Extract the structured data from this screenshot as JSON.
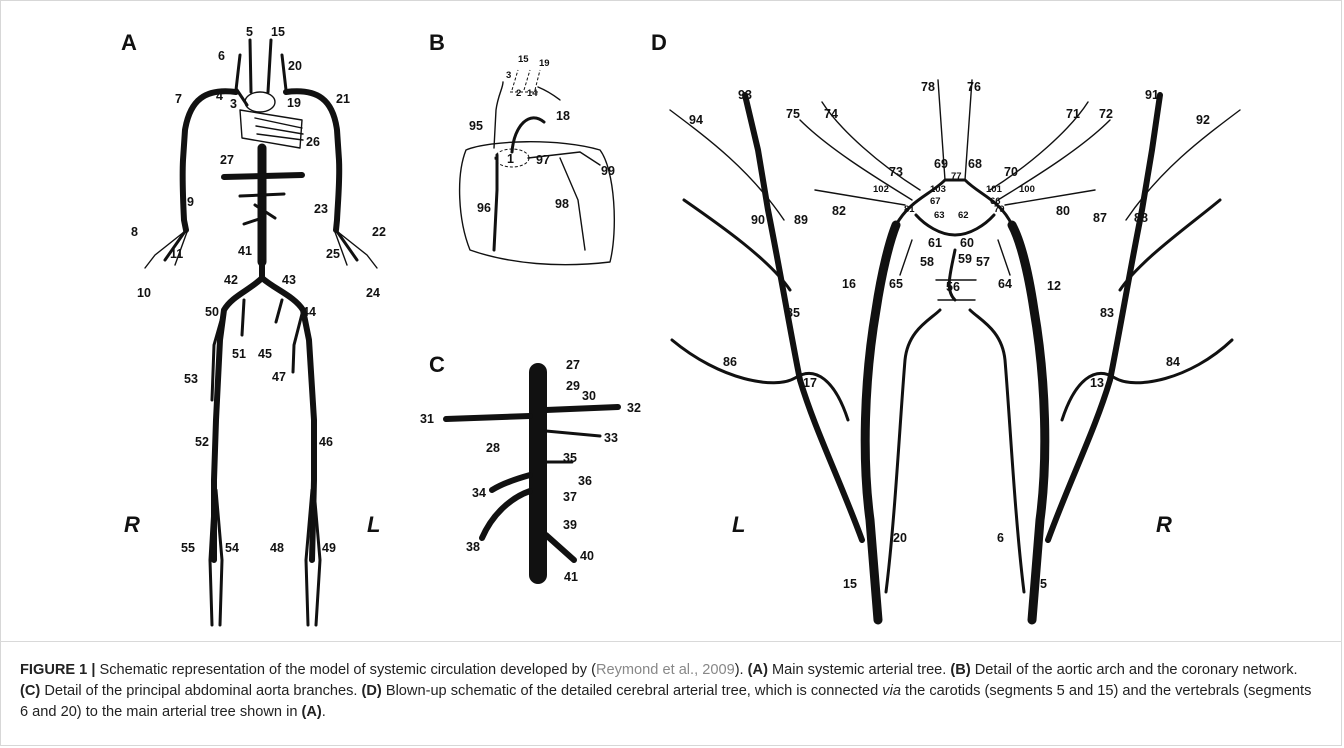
{
  "panels": {
    "A": {
      "letter": "A",
      "left_side": "R",
      "right_side": "L",
      "labels": [
        "5",
        "15",
        "6",
        "20",
        "4",
        "3",
        "19",
        "7",
        "21",
        "26",
        "27",
        "9",
        "23",
        "8",
        "11",
        "22",
        "25",
        "10",
        "24",
        "41",
        "42",
        "43",
        "50",
        "44",
        "51",
        "45",
        "53",
        "47",
        "52",
        "46",
        "55",
        "54",
        "48",
        "49"
      ]
    },
    "B": {
      "letter": "B",
      "labels": [
        "15",
        "3",
        "19",
        "2",
        "14",
        "18",
        "95",
        "1",
        "97",
        "99",
        "96",
        "98"
      ]
    },
    "C": {
      "letter": "C",
      "labels": [
        "27",
        "29",
        "30",
        "32",
        "31",
        "33",
        "28",
        "35",
        "36",
        "34",
        "37",
        "39",
        "38",
        "40",
        "41"
      ]
    },
    "D": {
      "letter": "D",
      "left_side": "L",
      "right_side": "R",
      "labels": [
        "78",
        "76",
        "93",
        "91",
        "75",
        "74",
        "71",
        "72",
        "94",
        "92",
        "73",
        "69",
        "68",
        "70",
        "77",
        "102",
        "103",
        "101",
        "100",
        "67",
        "66",
        "81",
        "79",
        "82",
        "80",
        "63",
        "62",
        "90",
        "89",
        "87",
        "88",
        "61",
        "60",
        "59",
        "58",
        "57",
        "16",
        "65",
        "56",
        "64",
        "12",
        "85",
        "83",
        "86",
        "84",
        "17",
        "13",
        "20",
        "6",
        "15",
        "5"
      ]
    }
  },
  "caption": {
    "figure_label": "FIGURE 1 |",
    "intro": " Schematic representation of the model of systemic circulation developed by (",
    "ref": "Reymond et al., 2009",
    "intro_end": "). ",
    "a_label": "(A)",
    "a_text": " Main systemic arterial tree. ",
    "b_label": "(B)",
    "b_text": " Detail of the aortic arch and the coronary network. ",
    "c_label": "(C)",
    "c_text": " Detail of the principal abdominal aorta branches. ",
    "d_label": "(D)",
    "d_text": " Blown-up schematic of the detailed cerebral arterial tree, which is connected ",
    "via": "via",
    "d_text2": " the carotids (segments 5 and 15) and the vertebrals (segments 6 and 20) to the main arterial tree shown in ",
    "a_ref": "(A)",
    "end": "."
  }
}
